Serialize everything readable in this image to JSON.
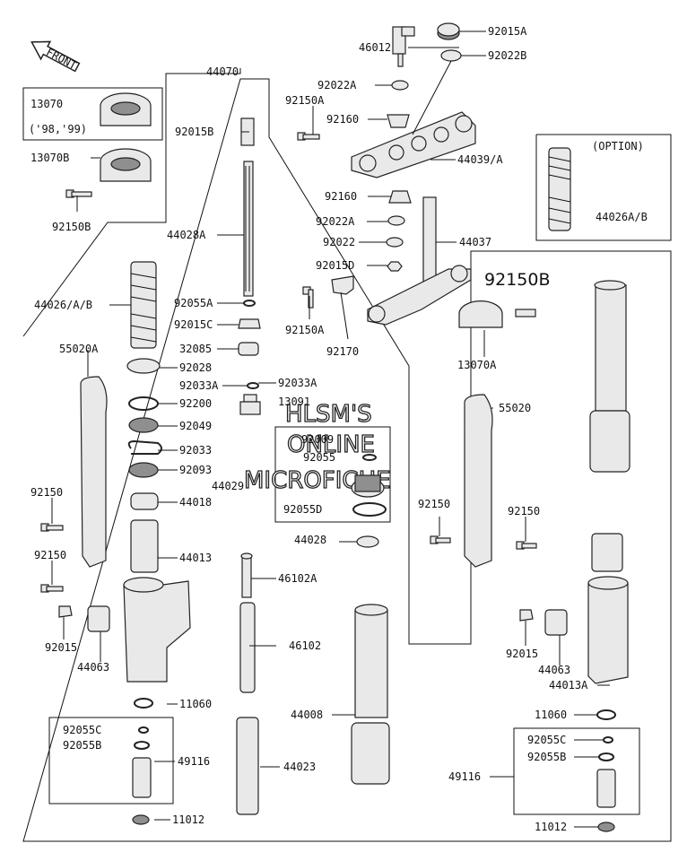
{
  "front_label": "FRONT",
  "watermark": {
    "line1": "HLSM'S",
    "line2": "ONLINE",
    "line3": "MICROFICHE"
  },
  "option_label": "(OPTION)",
  "years_label": "('98,'99)",
  "labels": {
    "p46012": "46012",
    "p92015A": "92015A",
    "p92022B": "92022B",
    "p44070": "44070",
    "p13070": "13070",
    "p92022A_top": "92022A",
    "p92150A_top": "92150A",
    "p92160_top": "92160",
    "p92015B": "92015B",
    "p44039A": "44039/A",
    "p13070B": "13070B",
    "p92160_mid": "92160",
    "p92022A_mid": "92022A",
    "p92022": "92022",
    "p44037": "44037",
    "p44026AB_opt": "44026A/B",
    "p92150B_left": "92150B",
    "p44028A": "44028A",
    "p92015D": "92015D",
    "p92150B_big": "92150B",
    "p92055A": "92055A",
    "p44026AB": "44026/A/B",
    "p92015C": "92015C",
    "p92150A_mid": "92150A",
    "p92170": "92170",
    "p32085": "32085",
    "p92028": "92028",
    "p13070A": "13070A",
    "p55020A": "55020A",
    "p92033A_r": "92033A",
    "p92033A_l": "92033A",
    "p13091": "13091",
    "p92200": "92200",
    "p92049": "92049",
    "p92009": "92009",
    "p55020": "55020",
    "p92033": "92033",
    "p92055": "92055",
    "p92093": "92093",
    "p44029": "44029",
    "p92150_l1": "92150",
    "p44018": "44018",
    "p92055D": "92055D",
    "p92150_r1": "92150",
    "p92150_r2": "92150",
    "p44028": "44028",
    "p92150_l2": "92150",
    "p44013": "44013",
    "p46102A": "46102A",
    "p92015_l": "92015",
    "p46102": "46102",
    "p44063_l": "44063",
    "p92015_r": "92015",
    "p44063_r": "44063",
    "p44013A": "44013A",
    "p11060_l": "11060",
    "p11060_r": "11060",
    "p44008": "44008",
    "p92055C_l": "92055C",
    "p92055B_l": "92055B",
    "p49116_l": "49116",
    "p44023": "44023",
    "p92055C_r": "92055C",
    "p92055B_r": "92055B",
    "p49116_r": "49116",
    "p11012_l": "11012",
    "p11012_r": "11012"
  }
}
